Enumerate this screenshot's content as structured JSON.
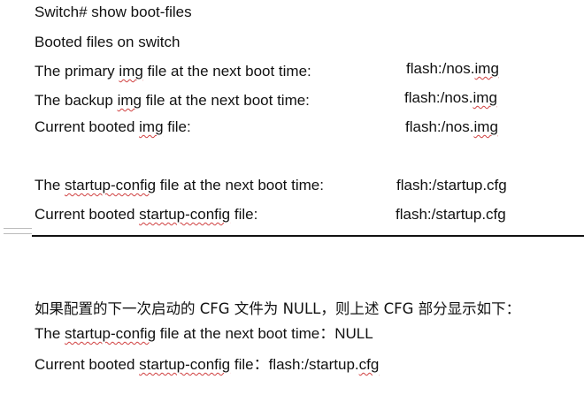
{
  "lines": {
    "cmd": "Switch# show boot-files",
    "booted_title": "Booted files on switch",
    "primary_label_a": "The primary ",
    "primary_label_b": "img",
    "primary_label_c": " file at the next boot time:",
    "primary_value_a": "flash:/nos.",
    "primary_value_b": "img",
    "backup_label_a": "The backup ",
    "backup_label_b": "img",
    "backup_label_c": " file at the next boot time:",
    "backup_value_a": "flash:/nos.",
    "backup_value_b": "img",
    "current_img_label_a": "Current booted ",
    "current_img_label_b": "img",
    "current_img_label_c": " file:",
    "current_img_value_a": "flash:/nos.",
    "current_img_value_b": "img",
    "startup_label_a": "The ",
    "startup_label_b": "startup-config",
    "startup_label_c": " file at the next boot time:",
    "startup_value": "flash:/startup.cfg",
    "current_startup_label_a": "Current booted ",
    "current_startup_label_b": "startup-config",
    "current_startup_label_c": " file:",
    "current_startup_value": "flash:/startup.cfg"
  },
  "null_section": {
    "note_a": "如果配置的下一次启动的 ",
    "note_b": "CFG",
    "note_c": " 文件为 ",
    "note_d": "NULL",
    "note_e": "，则上述 ",
    "note_f": "CFG",
    "note_g": " 部分显示如下：",
    "startup_a": "The ",
    "startup_b": "startup-config",
    "startup_c": " file at the next boot time：NULL",
    "current_a": "Current booted ",
    "current_b": "startup-config",
    "current_c": " file：flash:/startup.",
    "current_d": "cfg"
  }
}
